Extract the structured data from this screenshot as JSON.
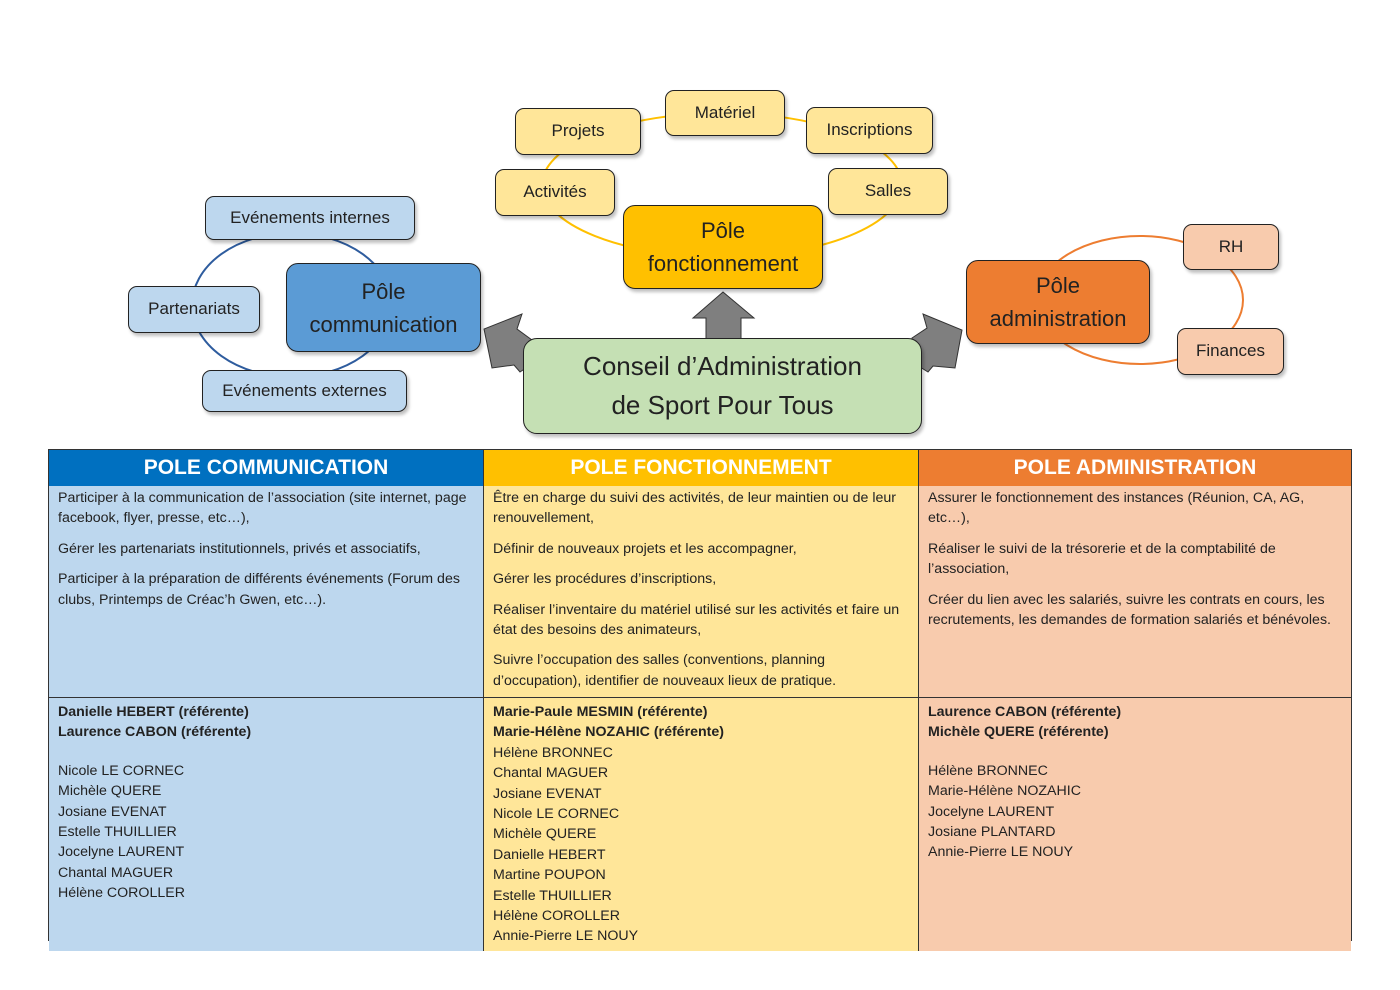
{
  "diagram": {
    "center": {
      "line1": "Conseil d’Administration",
      "line2": "de Sport Pour Tous"
    },
    "communication": {
      "line1": "Pôle",
      "line2": "communication",
      "satellites": [
        "Evénements internes",
        "Partenariats",
        "Evénements externes"
      ]
    },
    "fonctionnement": {
      "line1": "Pôle",
      "line2": "fonctionnement",
      "satellites": [
        "Activités",
        "Projets",
        "Matériel",
        "Inscriptions",
        "Salles"
      ]
    },
    "administration": {
      "line1": "Pôle",
      "line2": "administration",
      "satellites": [
        "RH",
        "Finances"
      ]
    }
  },
  "colors": {
    "communication_dark": "#5b9bd5",
    "communication_light": "#bdd7ee",
    "communication_header": "#0070c0",
    "fonctionnement_dark": "#ffc000",
    "fonctionnement_light": "#ffe699",
    "administration_dark": "#ed7d31",
    "administration_light": "#f8cbad",
    "center": "#c5e0b4",
    "arrow": "#7f7f7f"
  },
  "table": {
    "columns": [
      {
        "header": "POLE COMMUNICATION",
        "tasks": [
          "Participer à la communication de l’association (site internet, page facebook, flyer, presse, etc…),",
          "Gérer les partenariats institutionnels, privés et associatifs,",
          "Participer à la préparation de différents événements (Forum des clubs, Printemps de Créac’h Gwen, etc…)."
        ],
        "referents": [
          "Danielle HEBERT (référente)",
          "Laurence CABON (référente)"
        ],
        "members": [
          "Nicole LE CORNEC",
          "Michèle QUERE",
          "Josiane EVENAT",
          "Estelle THUILLIER",
          "Jocelyne LAURENT",
          "Chantal MAGUER",
          "Hélène COROLLER"
        ]
      },
      {
        "header": "POLE FONCTIONNEMENT",
        "tasks": [
          "Être en charge du suivi des activités, de leur maintien ou de leur renouvellement,",
          "Définir de nouveaux projets et les accompagner,",
          "Gérer les procédures d’inscriptions,",
          "Réaliser l’inventaire du matériel utilisé sur les activités et faire un état des besoins des animateurs,",
          "Suivre l’occupation des salles (conventions, planning d’occupation), identifier de nouveaux lieux de pratique."
        ],
        "referents": [
          "Marie-Paule MESMIN (référente)",
          "Marie-Hélène NOZAHIC (référente)"
        ],
        "members": [
          "Hélène BRONNEC",
          "Chantal MAGUER",
          "Josiane EVENAT",
          "Nicole LE CORNEC",
          "Michèle QUERE",
          "Danielle HEBERT",
          "Martine POUPON",
          "Estelle THUILLIER",
          "Hélène COROLLER",
          "Annie-Pierre LE NOUY"
        ]
      },
      {
        "header": "POLE ADMINISTRATION",
        "tasks": [
          "Assurer le fonctionnement des instances (Réunion, CA, AG, etc…),",
          "Réaliser le suivi de la trésorerie et de la comptabilité de l’association,",
          "Créer du lien avec les salariés, suivre les contrats en cours, les recrutements, les demandes de formation salariés et bénévoles."
        ],
        "referents": [
          "Laurence CABON (référente)",
          "Michèle QUERE (référente)"
        ],
        "members": [
          "Hélène BRONNEC",
          "Marie-Hélène NOZAHIC",
          "Jocelyne LAURENT",
          "Josiane PLANTARD",
          "Annie-Pierre LE NOUY"
        ]
      }
    ]
  }
}
